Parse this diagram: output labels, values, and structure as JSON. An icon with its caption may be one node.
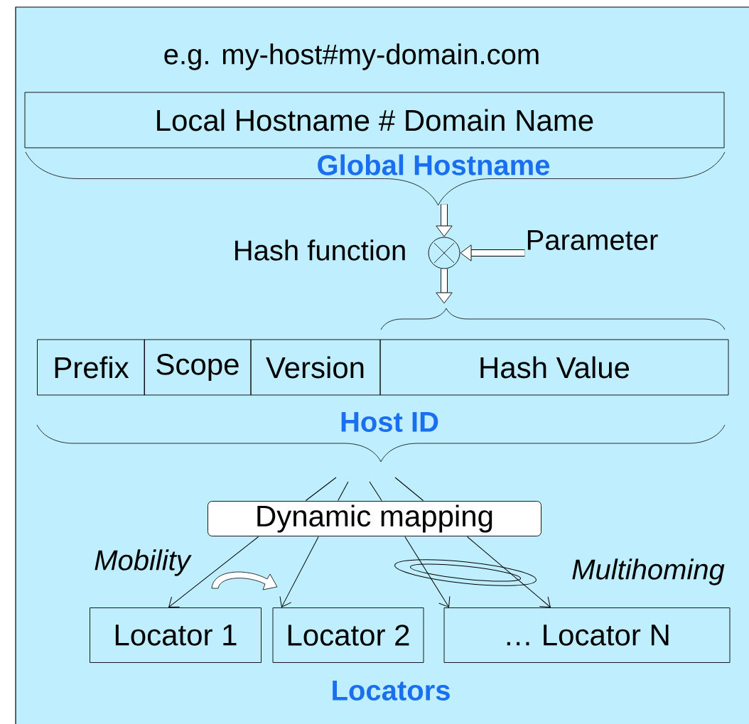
{
  "diagram": {
    "nodes": [
      {
        "text": [
          "Local Hostname # Domain Name"
        ]
      },
      {
        "text": [],
        "shape": "circle",
        "beside": [
          "Hash function"
        ]
      },
      {
        "text": [
          "Parameter"
        ]
      },
      {
        "text": [
          "Prefix"
        ]
      },
      {
        "text": [
          "Scope"
        ]
      },
      {
        "text": [
          "Version"
        ]
      },
      {
        "text": [
          "Hash Value"
        ]
      },
      {
        "text": [
          "Dynamic mapping"
        ]
      },
      {
        "text": [
          "Locator 1"
        ]
      },
      {
        "text": [
          "Locator 2"
        ]
      },
      {
        "text": [
          "… Locator N"
        ]
      }
    ],
    "edges": [
      {
        "from": 0,
        "to": 1,
        "arrow": "to",
        "style": "thick"
      },
      {
        "from": 2,
        "to": 1,
        "arrow": "to",
        "style": "thick"
      },
      {
        "from": 1,
        "to": 6,
        "arrow": "to",
        "style": "thick"
      },
      {
        "from": 7,
        "to": 8,
        "arrow": "to"
      },
      {
        "from": 7,
        "to": 9,
        "arrow": "to"
      },
      {
        "from": 7,
        "to": 10,
        "arrow": "to"
      },
      {
        "from": 7,
        "to": 10,
        "arrow": "to"
      }
    ],
    "labels": [
      "e.g. my-host#my-domain.com",
      "Global Hostname",
      "Host ID",
      "Mobility",
      "Multihoming",
      "Locators"
    ]
  }
}
